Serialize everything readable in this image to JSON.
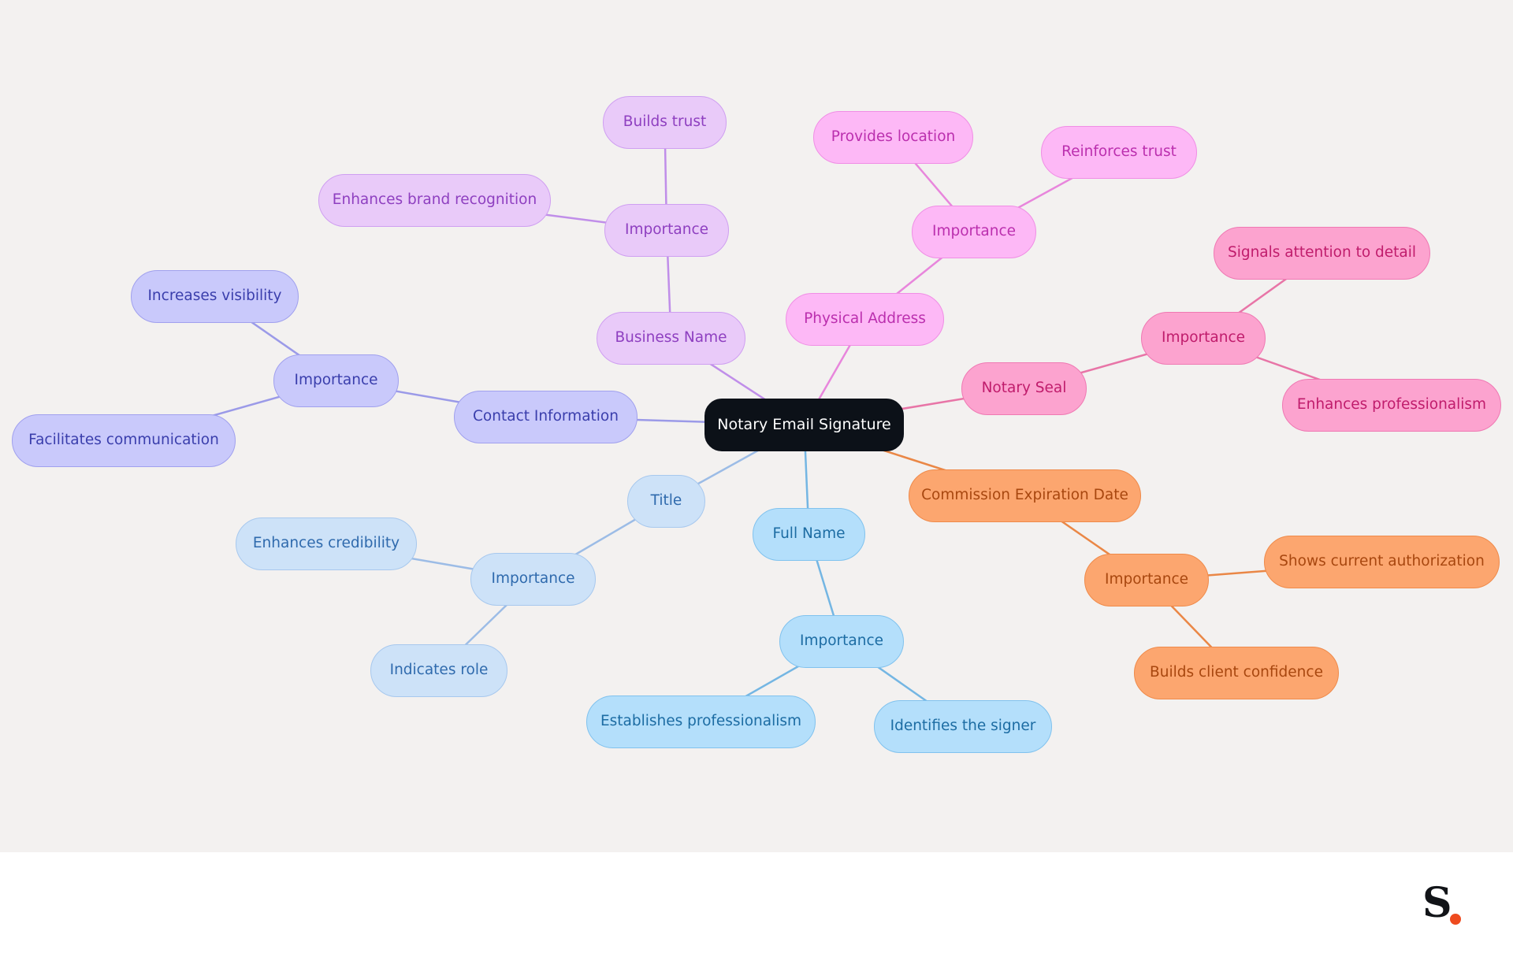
{
  "mindmap": {
    "root": "Notary Email Signature",
    "branches": [
      {
        "key": "business",
        "label": "Business Name",
        "children": [
          {
            "label": "Importance",
            "children": [
              "Builds trust",
              "Enhances brand recognition"
            ]
          }
        ]
      },
      {
        "key": "address",
        "label": "Physical Address",
        "children": [
          {
            "label": "Importance",
            "children": [
              "Provides location",
              "Reinforces trust"
            ]
          }
        ]
      },
      {
        "key": "seal",
        "label": "Notary Seal",
        "children": [
          {
            "label": "Importance",
            "children": [
              "Signals attention to detail",
              "Enhances professionalism"
            ]
          }
        ]
      },
      {
        "key": "commission",
        "label": "Commission Expiration Date",
        "children": [
          {
            "label": "Importance",
            "children": [
              "Shows current authorization",
              "Builds client confidence"
            ]
          }
        ]
      },
      {
        "key": "fullname",
        "label": "Full Name",
        "children": [
          {
            "label": "Importance",
            "children": [
              "Establishes professionalism",
              "Identifies the signer"
            ]
          }
        ]
      },
      {
        "key": "title",
        "label": "Title",
        "children": [
          {
            "label": "Importance",
            "children": [
              "Enhances credibility",
              "Indicates role"
            ]
          }
        ]
      },
      {
        "key": "contact",
        "label": "Contact Information",
        "children": [
          {
            "label": "Importance",
            "children": [
              "Increases visibility",
              "Facilitates communication"
            ]
          }
        ]
      }
    ]
  },
  "colors": {
    "canvas_bg": "#f3f1f0",
    "root_fill": "#0c1118",
    "root_text": "#ffffff",
    "business": {
      "fill": "#e9caf9",
      "border": "#cf9ff1",
      "text": "#8e3fc0",
      "edge": "#c08ee9"
    },
    "address": {
      "fill": "#fdb8f6",
      "border": "#f08ee5",
      "text": "#bb2fae",
      "edge": "#e886dc"
    },
    "seal": {
      "fill": "#fca3cf",
      "border": "#ef79b3",
      "text": "#c01c6c",
      "edge": "#e875a7"
    },
    "commission": {
      "fill": "#fca66f",
      "border": "#ef8a4a",
      "text": "#a8470f",
      "edge": "#ea8746"
    },
    "fullname": {
      "fill": "#b4dffb",
      "border": "#80c2ee",
      "text": "#1c6ca3",
      "edge": "#74b6e3"
    },
    "title": {
      "fill": "#cde2f8",
      "border": "#a7c8ee",
      "text": "#2f6aad",
      "edge": "#9cbce6"
    },
    "contact": {
      "fill": "#c9c9fb",
      "border": "#a0a0ee",
      "text": "#3a3eac",
      "edge": "#9b9ae8"
    }
  },
  "logo": {
    "letter": "S",
    "dot_color": "#ee4b1f"
  }
}
